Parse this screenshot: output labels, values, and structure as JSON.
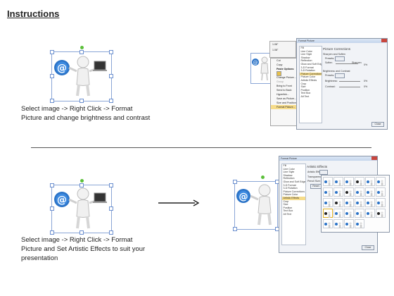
{
  "title": "Instructions",
  "step1": {
    "caption_line1": "Select image -> Right Click -> Format",
    "caption_line2": "Picture and change brightness and contrast"
  },
  "step2": {
    "caption_line1": "Select image -> Right Click -> Format",
    "caption_line2": "Picture and Set Artistic Effects to suit your",
    "caption_line3": "presentation"
  },
  "context_menu": {
    "items": [
      "Cut",
      "Copy",
      "Paste Options:",
      "",
      "Change Picture...",
      "Group",
      "Bring to Front",
      "Send to Back",
      "Hyperlink...",
      "Save as Picture...",
      "Size and Position...",
      "Format Picture..."
    ],
    "highlighted_index": 11
  },
  "dialog1": {
    "title": "Format Picture",
    "nav": [
      "Fill",
      "Line Color",
      "Line Style",
      "Shadow",
      "Reflection",
      "Glow and Soft Edges",
      "3-D Format",
      "3-D Rotation",
      "Picture Corrections",
      "Picture Color",
      "Artistic Effects",
      "Crop",
      "Size",
      "Position",
      "Text Box",
      "Alt Text"
    ],
    "active_nav": 8,
    "pane_title": "Picture Corrections",
    "sections": [
      "Sharpen and Soften",
      "Brightness and Contrast"
    ],
    "fields": [
      "Presets:",
      "Soften",
      "Sharpen",
      "Presets:",
      "Brightness:",
      "Contrast:"
    ],
    "values": [
      "0%",
      "0%",
      "0%"
    ],
    "close_label": "Close"
  },
  "dialog2": {
    "title": "Format Picture",
    "nav": [
      "Fill",
      "Line Color",
      "Line Style",
      "Shadow",
      "Reflection",
      "Glow and Soft Edges",
      "3-D Format",
      "3-D Rotation",
      "Picture Corrections",
      "Picture Color",
      "Artistic Effects",
      "Crop",
      "Size",
      "Position",
      "Text Box",
      "Alt Text"
    ],
    "active_nav": 10,
    "pane_title": "Artistic Effects",
    "fields": [
      "Artistic Effect:",
      "Transparency:",
      "Pencil Size:"
    ],
    "reset_label": "Reset",
    "close_label": "Close"
  },
  "toolbar": {
    "size1": "1.08\"",
    "size2": "1.08\""
  },
  "icons": {
    "at_symbol": "@",
    "arrow": "right-arrow-icon"
  },
  "colors": {
    "at_blue": "#2b73c7",
    "handle_blue": "#6b8fcf",
    "rotate_green": "#5bbf3a",
    "highlight": "#f6dc8a"
  }
}
